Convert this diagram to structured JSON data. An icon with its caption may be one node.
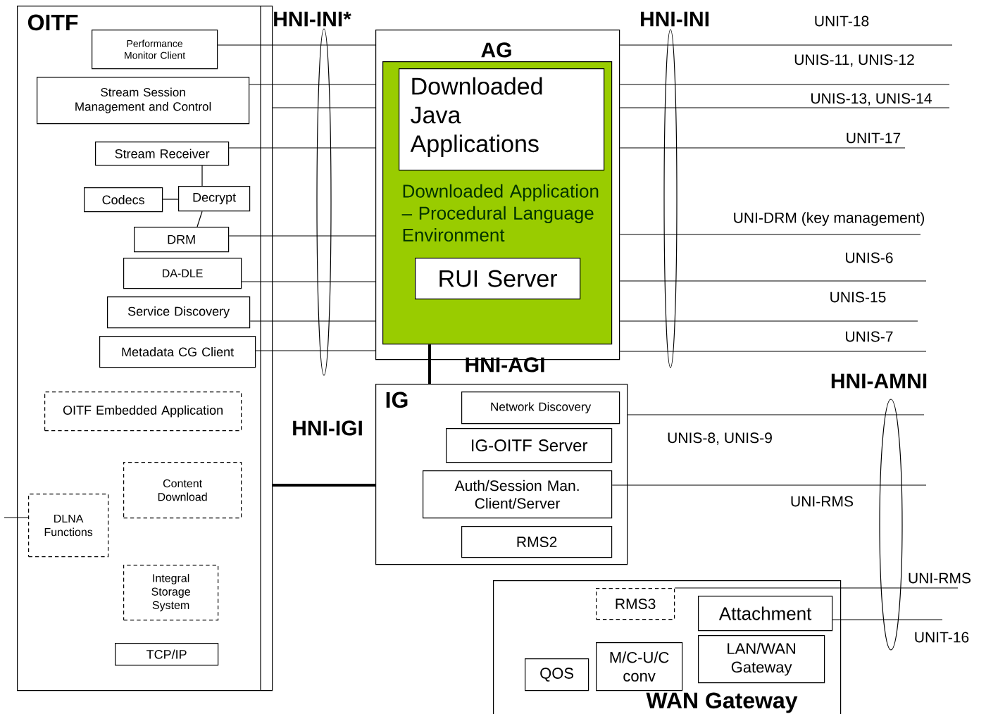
{
  "diagram": {
    "nodes": [
      {
        "text": [
          "OITF"
        ]
      },
      {
        "text": [
          "Performance Monitor Client"
        ],
        "in": 0
      },
      {
        "text": [
          "Stream Session Management and Control"
        ],
        "in": 0
      },
      {
        "text": [
          "Stream Receiver"
        ],
        "in": 0
      },
      {
        "text": [
          "Codecs"
        ],
        "in": 0
      },
      {
        "text": [
          "Decrypt"
        ],
        "in": 0
      },
      {
        "text": [
          "DRM"
        ],
        "in": 0
      },
      {
        "text": [
          "DA-DLE"
        ],
        "in": 0
      },
      {
        "text": [
          "Service Discovery"
        ],
        "in": 0
      },
      {
        "text": [
          "Metadata CG Client"
        ],
        "in": 0
      },
      {
        "text": [
          "OITF Embedded Application"
        ],
        "in": 0
      },
      {
        "text": [
          "Content Download"
        ],
        "in": 0
      },
      {
        "text": [
          "DLNA Functions"
        ],
        "in": 0
      },
      {
        "text": [
          "Integral Storage System"
        ],
        "in": 0
      },
      {
        "text": [
          "TCP/IP"
        ],
        "in": 0
      },
      {
        "text": [
          "AG"
        ]
      },
      {
        "text": [
          "Downloaded Application – Procedural Language Environment"
        ],
        "in": 15
      },
      {
        "text": [
          "Downloaded Java Applications"
        ],
        "in": 16
      },
      {
        "text": [
          "RUI Server"
        ],
        "in": 16
      },
      {
        "text": [
          "IG"
        ]
      },
      {
        "text": [
          "Network Discovery"
        ],
        "in": 19
      },
      {
        "text": [
          "IG-OITF Server"
        ],
        "in": 19
      },
      {
        "text": [
          "Auth/Session Man. Client/Server"
        ],
        "in": 19
      },
      {
        "text": [
          "RMS2"
        ],
        "in": 19
      },
      {
        "text": [
          "WAN Gateway"
        ]
      },
      {
        "text": [
          "RMS3"
        ],
        "in": 24
      },
      {
        "text": [
          "Attachment"
        ],
        "in": 24
      },
      {
        "text": [
          "LAN/WAN Gateway"
        ],
        "in": 24
      },
      {
        "text": [
          "QOS"
        ],
        "in": 24
      },
      {
        "text": [
          "M/C-U/C conv"
        ],
        "in": 24
      },
      {
        "text": [],
        "shape": "ellipse",
        "beside": [
          "HNI-INI*"
        ]
      },
      {
        "text": [],
        "shape": "ellipse",
        "beside": [
          "HNI-INI"
        ]
      },
      {
        "text": [],
        "shape": "ellipse",
        "beside": [
          "HNI-AMNI"
        ]
      }
    ],
    "edges": [
      {
        "from": 1,
        "to": 15,
        "arrow": "none"
      },
      {
        "from": 2,
        "to": 15,
        "arrow": "none"
      },
      {
        "from": 0,
        "to": 15,
        "arrow": "none"
      },
      {
        "from": 3,
        "to": 15,
        "arrow": "none"
      },
      {
        "from": 6,
        "to": 15,
        "arrow": "none"
      },
      {
        "from": 7,
        "to": 15,
        "arrow": "none"
      },
      {
        "from": 8,
        "to": 15,
        "arrow": "none"
      },
      {
        "from": 9,
        "to": 15,
        "arrow": "none"
      },
      {
        "from": 3,
        "to": 5,
        "arrow": "none"
      },
      {
        "from": 4,
        "to": 5,
        "arrow": "none"
      },
      {
        "from": 5,
        "to": 6,
        "arrow": "none"
      },
      {
        "from": 0,
        "to": 19,
        "arrow": "none",
        "style": "thick"
      },
      {
        "from": 16,
        "to": 19,
        "arrow": "none",
        "style": "thick"
      },
      {
        "from": null,
        "to": 12,
        "arrow": "none"
      },
      {
        "from": 15,
        "to": null,
        "arrow": "none",
        "label": "UNIT-18"
      },
      {
        "from": 15,
        "to": null,
        "arrow": "none",
        "label": "UNIS-11, UNIS-12"
      },
      {
        "from": 15,
        "to": null,
        "arrow": "none",
        "label": "UNIS-13, UNIS-14"
      },
      {
        "from": 15,
        "to": null,
        "arrow": "none",
        "label": "UNIT-17"
      },
      {
        "from": 15,
        "to": null,
        "arrow": "none",
        "label": "UNI-DRM (key management)"
      },
      {
        "from": 15,
        "to": null,
        "arrow": "none",
        "label": "UNIS-6"
      },
      {
        "from": 15,
        "to": null,
        "arrow": "none",
        "label": "UNIS-15"
      },
      {
        "from": 15,
        "to": null,
        "arrow": "none",
        "label": "UNIS-7"
      },
      {
        "from": 19,
        "to": null,
        "arrow": "none",
        "label": "UNIS-8, UNIS-9"
      },
      {
        "from": 22,
        "to": null,
        "arrow": "none",
        "label": "UNI-RMS"
      },
      {
        "from": 25,
        "to": null,
        "arrow": "none",
        "label": "UNI-RMS"
      },
      {
        "from": 26,
        "to": null,
        "arrow": "none",
        "label": "UNIT-16"
      }
    ],
    "labels": [
      "HNI-AGI",
      "HNI-IGI"
    ]
  }
}
